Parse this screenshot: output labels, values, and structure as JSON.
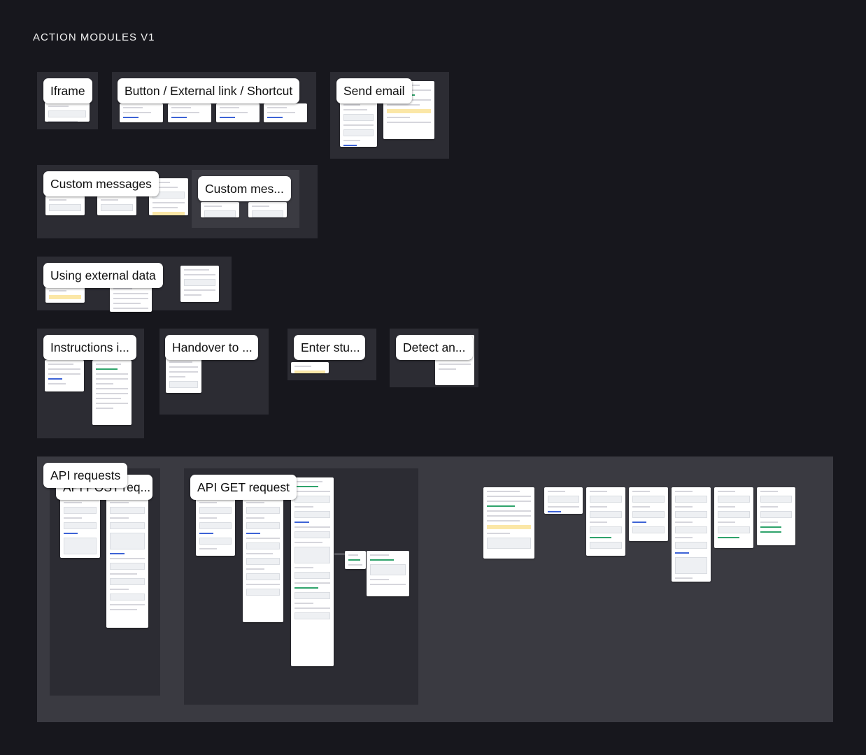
{
  "page": {
    "heading": "ACTION MODULES V1"
  },
  "modules": {
    "iframe": "Iframe",
    "button_link_shortcut": "Button / External link / Shortcut",
    "send_email": "Send email",
    "custom_messages": "Custom messages",
    "custom_messages_short": "Custom mes...",
    "using_external_data": "Using external data",
    "instructions": "Instructions i...",
    "handover": "Handover to ...",
    "enter_stu": "Enter stu...",
    "detect": "Detect an...",
    "api_requests": "API requests",
    "api_post": "API POST req...",
    "api_get": "API GET request"
  },
  "colors": {
    "canvas": "#17171d",
    "section": "#2c2c33",
    "section_light": "#3a3a41",
    "label_bg": "#ffffff",
    "card_bg": "#ffffff"
  }
}
